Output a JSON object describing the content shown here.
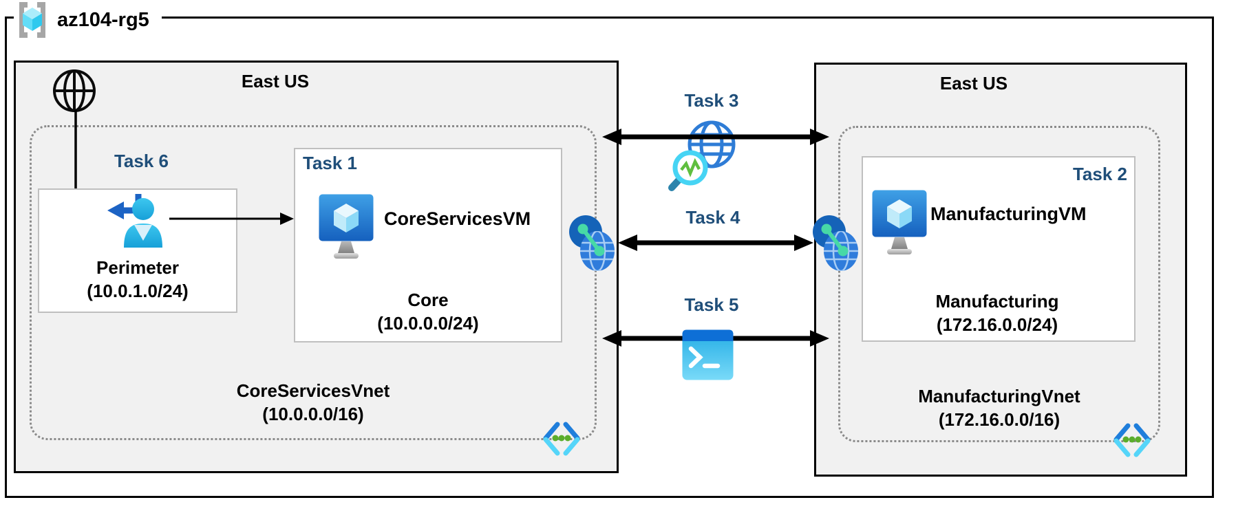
{
  "resource_group": {
    "name": "az104-rg5"
  },
  "left_region": {
    "name": "East US",
    "task6_label": "Task 6",
    "perimeter_subnet": {
      "name": "Perimeter",
      "cidr": "(10.0.1.0/24)"
    },
    "task1": {
      "label": "Task 1",
      "vm_name": "CoreServicesVM"
    },
    "core_subnet": {
      "name": "Core",
      "cidr": "(10.0.0.0/24)"
    },
    "vnet": {
      "name": "CoreServicesVnet",
      "cidr": "(10.0.0.0/16)"
    }
  },
  "right_region": {
    "name": "East US",
    "task2": {
      "label": "Task 2",
      "vm_name": "ManufacturingVM"
    },
    "manufacturing_subnet": {
      "name": "Manufacturing",
      "cidr": "(172.16.0.0/24)"
    },
    "vnet": {
      "name": "ManufacturingVnet",
      "cidr": "(172.16.0.0/16)"
    }
  },
  "connections": {
    "task3_label": "Task 3",
    "task4_label": "Task 4",
    "task5_label": "Task 5"
  },
  "icons": {
    "resource_group": "azure-resource-group-icon",
    "internet": "internet-globe-icon",
    "perimeter_user": "user-signin-icon",
    "virtual_machine": "virtual-machine-icon",
    "vnet_peering": "vnet-peering-icon",
    "virtual_network": "virtual-network-icon",
    "network_watcher": "network-watcher-icon",
    "cloud_shell": "cloud-shell-icon"
  },
  "colors": {
    "task_label": "#1F4E79",
    "region_fill": "#F1F1F1",
    "box_border": "#000000",
    "subnet_border": "#BFBFBF",
    "dotted_border": "#8A8A8A",
    "azure_blue": "#2E7CD6",
    "peering_green": "#47D9A6",
    "vnet_dot_green": "#5BAD2B"
  }
}
